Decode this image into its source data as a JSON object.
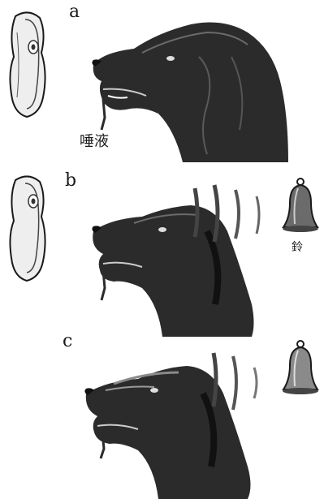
{
  "panels": [
    {
      "label": "a",
      "stimulus_caption": "",
      "saliva_caption": "唾液"
    },
    {
      "label": "b",
      "stimulus_caption": "鈴",
      "saliva_caption": ""
    },
    {
      "label": "c",
      "stimulus_caption": "",
      "saliva_caption": ""
    }
  ],
  "colors": {
    "ink": "#1a1a1a",
    "fur": "#2b2b2b",
    "fur_light": "#6b6b6b",
    "paper": "#ffffff"
  }
}
